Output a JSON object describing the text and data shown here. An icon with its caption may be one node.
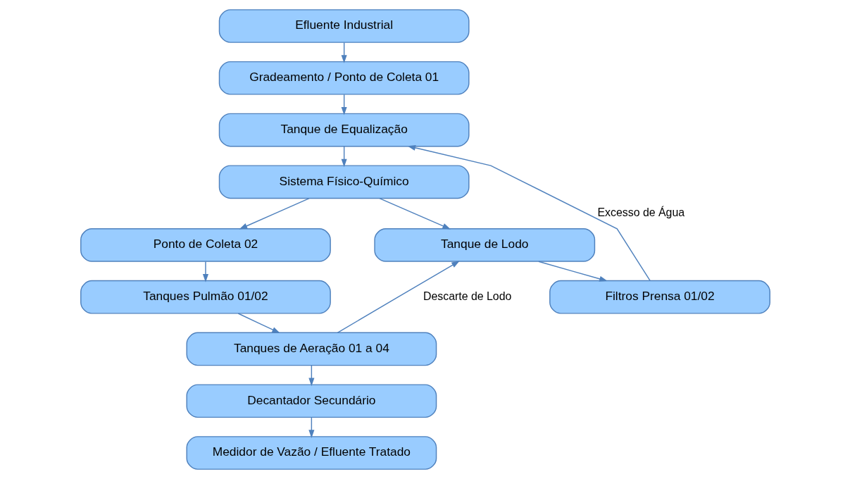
{
  "diagram": {
    "nodes": [
      {
        "text": [
          "Efluente Industrial"
        ]
      },
      {
        "text": [
          "Gradeamento / Ponto de Coleta 01"
        ]
      },
      {
        "text": [
          "Tanque de Equalização"
        ]
      },
      {
        "text": [
          "Sistema Físico-Químico"
        ]
      },
      {
        "text": [
          "Ponto de Coleta 02"
        ]
      },
      {
        "text": [
          "Tanques Pulmão 01/02"
        ]
      },
      {
        "text": [
          "Tanques de Aeração 01 a 04"
        ]
      },
      {
        "text": [
          "Decantador Secundário"
        ]
      },
      {
        "text": [
          "Medidor de Vazão / Efluente Tratado"
        ]
      },
      {
        "text": [
          "Tanque de Lodo"
        ]
      },
      {
        "text": [
          "Filtros Prensa 01/02"
        ]
      }
    ],
    "edges": [
      {
        "from": 0,
        "to": 1,
        "arrow": "to"
      },
      {
        "from": 1,
        "to": 2,
        "arrow": "to"
      },
      {
        "from": 2,
        "to": 3,
        "arrow": "to"
      },
      {
        "from": 3,
        "to": 4,
        "arrow": "to"
      },
      {
        "from": 4,
        "to": 5,
        "arrow": "to"
      },
      {
        "from": 5,
        "to": 6,
        "arrow": "to"
      },
      {
        "from": 6,
        "to": 7,
        "arrow": "to"
      },
      {
        "from": 7,
        "to": 8,
        "arrow": "to"
      },
      {
        "from": 3,
        "to": 9,
        "arrow": "to"
      },
      {
        "from": 6,
        "to": 9,
        "arrow": "to",
        "label": "Descarte de Lodo"
      },
      {
        "from": 9,
        "to": 10,
        "arrow": "to"
      },
      {
        "from": 10,
        "to": 2,
        "arrow": "to",
        "label": "Excesso de Água"
      }
    ]
  }
}
